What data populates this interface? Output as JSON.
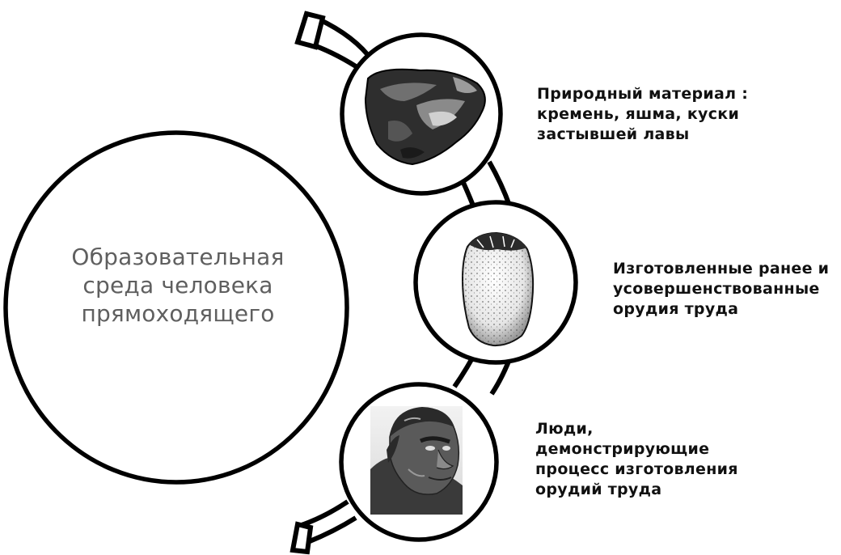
{
  "main_circle": {
    "lines": [
      "Образовательная",
      "среда человека",
      "прямоходящего"
    ]
  },
  "nodes": [
    {
      "image": "flint-stone",
      "label_lines": [
        "Природный материал :",
        "кремень, яшма, куски",
        "застывшей лавы"
      ]
    },
    {
      "image": "stone-tool",
      "label_lines": [
        "Изготовленные ранее и",
        "усовершенствованные",
        "орудия труда"
      ]
    },
    {
      "image": "homo-erectus-bust",
      "label_lines": [
        "Люди,",
        "демонстрирующие",
        "процесс изготовления",
        "орудий труда"
      ]
    }
  ]
}
